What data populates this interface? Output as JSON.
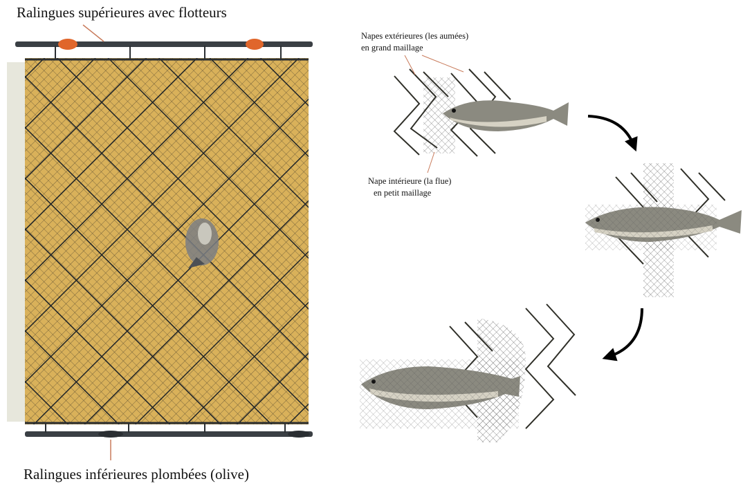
{
  "labels": {
    "top_line": "Ralingues supérieures avec flotteurs",
    "bottom_line": "Ralingues inférieures plombées (olive)",
    "outer_nets_line1": "Napes extérieures (les aumées)",
    "outer_nets_line2": "en grand maillage",
    "inner_net_line1": "Nape intérieure (la flue)",
    "inner_net_line2": "en petit maillage"
  },
  "colors": {
    "net_background": "#d9b15a",
    "net_mesh": "#1f2428",
    "rope": "#3a3f44",
    "float": "#e0662b",
    "pointer_line": "#c87a5a",
    "fish_body": "#8b8a80",
    "arrow": "#000000"
  }
}
